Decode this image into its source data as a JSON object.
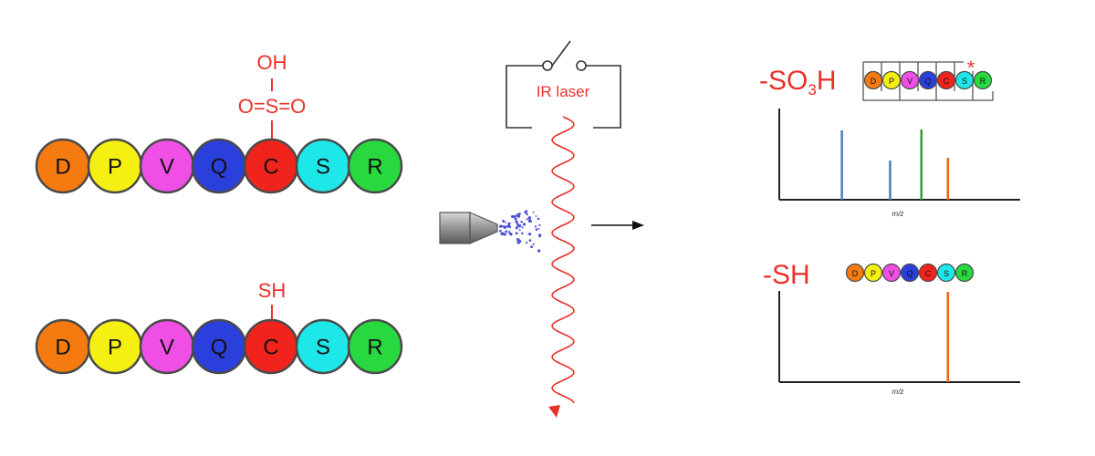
{
  "peptide_sequence": [
    "D",
    "P",
    "V",
    "Q",
    "C",
    "S",
    "R"
  ],
  "residue_colors": {
    "D": "#f57a0f",
    "P": "#f6f012",
    "V": "#f04fe6",
    "Q": "#2b3fdd",
    "C": "#f0241c",
    "S": "#1ee7ea",
    "R": "#27d93e"
  },
  "accent_red": "#e8322a",
  "sulfonic_group": {
    "top": "OH",
    "middle": "O=S=O"
  },
  "thiol_group": "SH",
  "instrument": {
    "laser_label": "IR laser",
    "spray_color": "#4a4fd6"
  },
  "results": {
    "sulfonated_label_prefix": "-SO",
    "sulfonated_label_sub": "3",
    "sulfonated_label_suffix": "H",
    "thiol_label": "-SH",
    "x_axis_label": "m/z",
    "star": "*"
  },
  "spectra": [
    {
      "name": "-SO3H",
      "peaks": [
        {
          "position": 0.26,
          "intensity": 0.76,
          "color": "#4f7fc0"
        },
        {
          "position": 0.46,
          "intensity": 0.43,
          "color": "#4f7fc0"
        },
        {
          "position": 0.59,
          "intensity": 0.77,
          "color": "#3a9a3a"
        },
        {
          "position": 0.7,
          "intensity": 0.46,
          "color": "#f2661c"
        }
      ]
    },
    {
      "name": "-SH",
      "peaks": [
        {
          "position": 0.7,
          "intensity": 0.99,
          "color": "#f2661c"
        }
      ]
    }
  ]
}
